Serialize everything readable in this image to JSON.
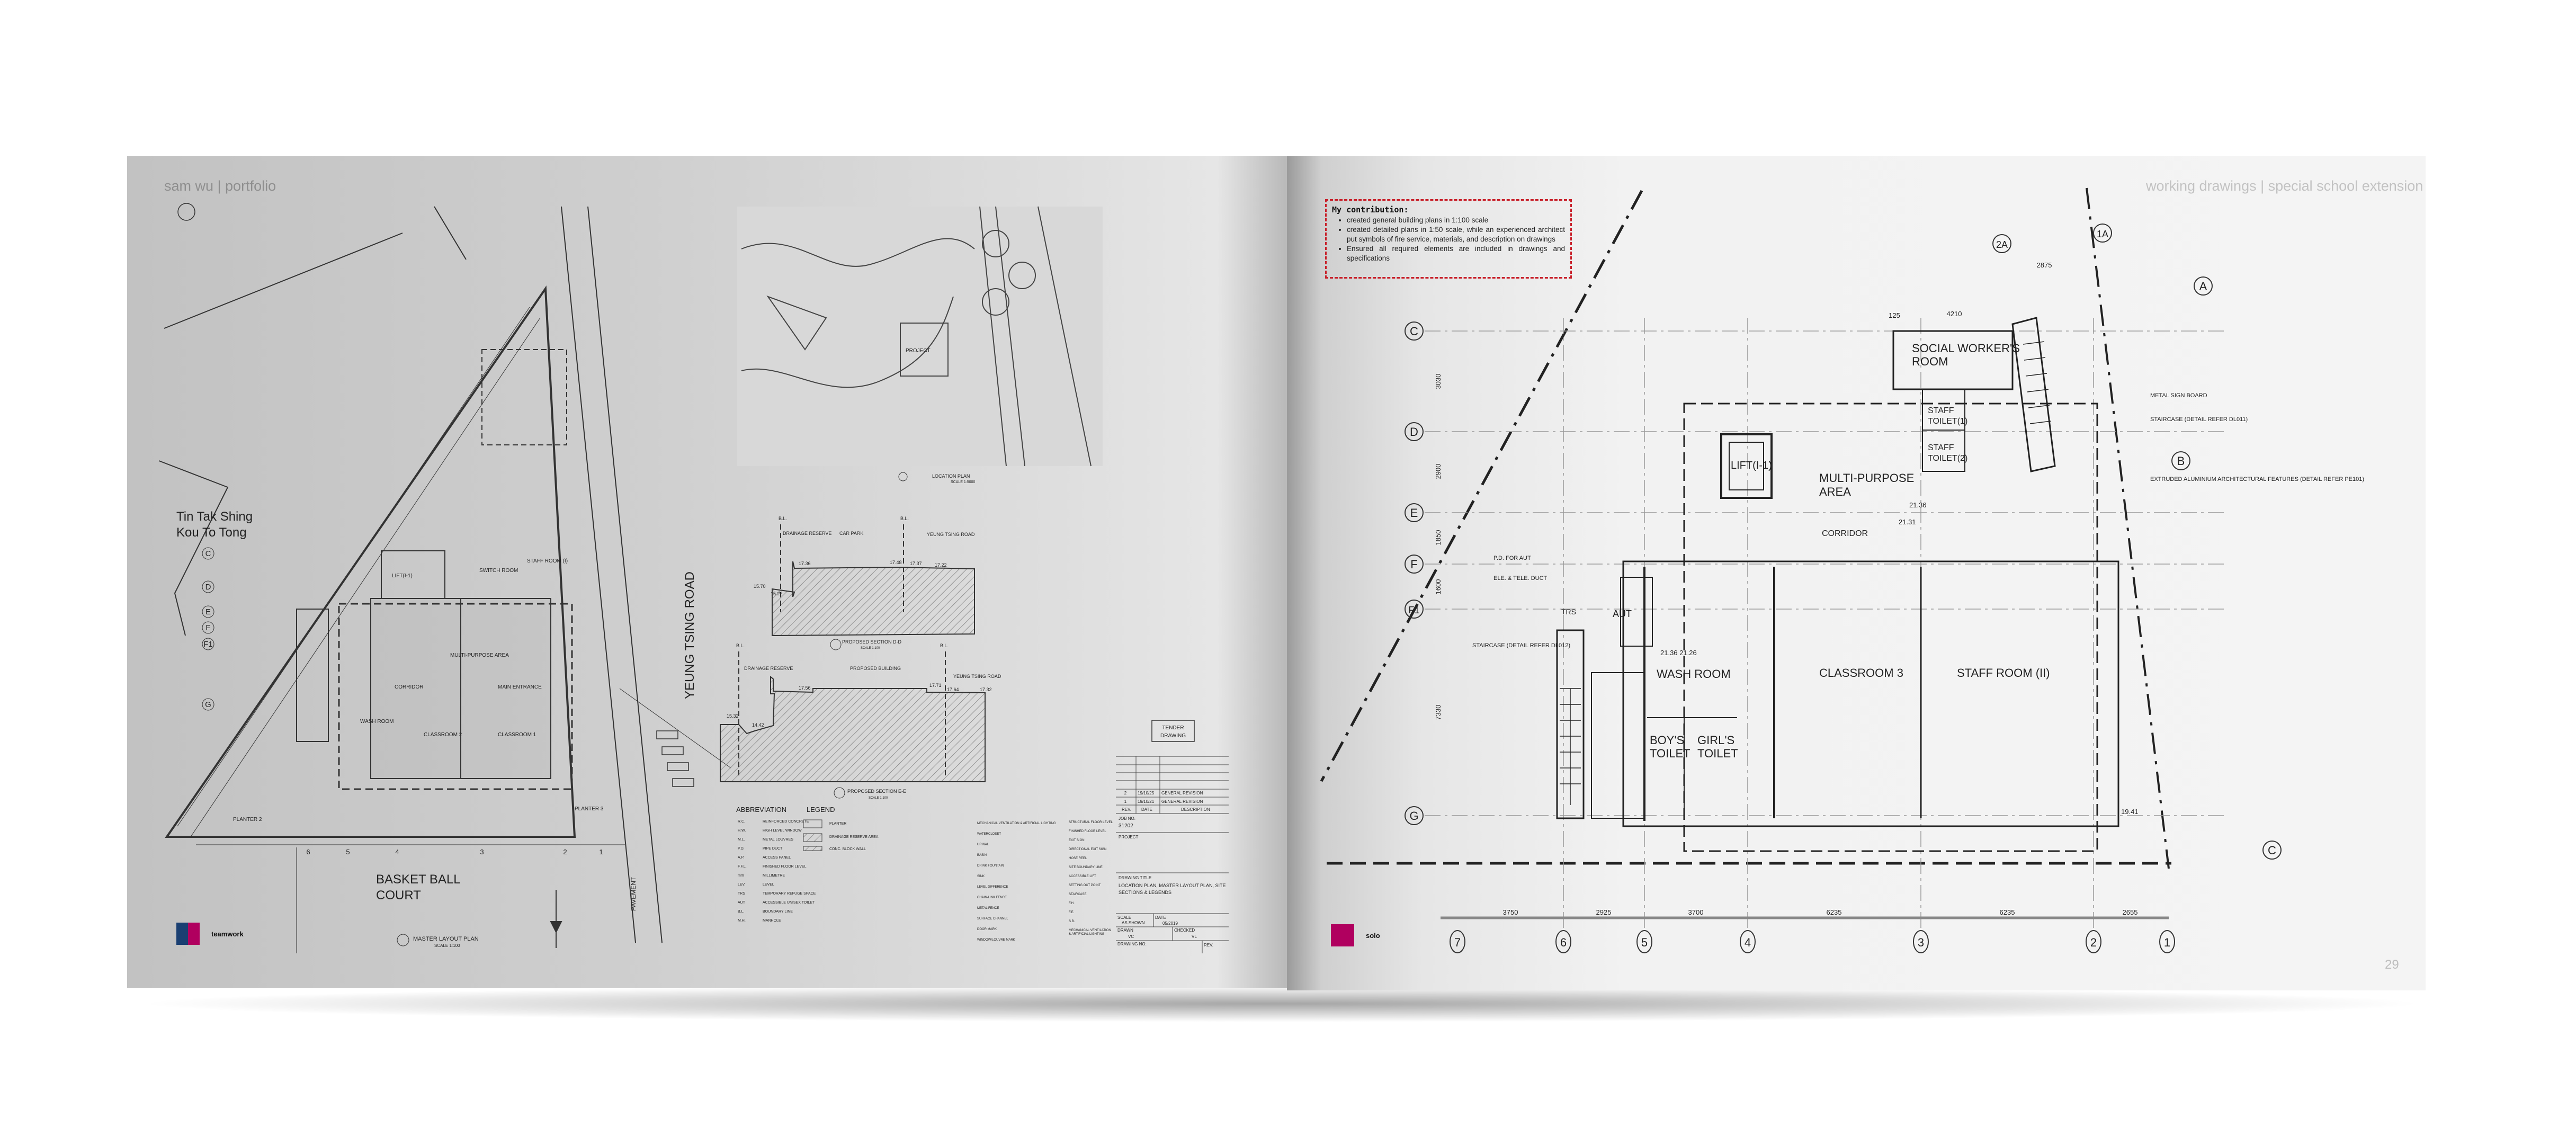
{
  "left_page": {
    "running_head": "sam wu | portfolio",
    "tag_label": "teamwork",
    "tag_colors": [
      "#1a3f72",
      "#b0005f"
    ],
    "site_plan": {
      "title": "MASTER LAYOUT PLAN",
      "scale": "SCALE 1:100",
      "neighbour": [
        "Tin Tak Shing",
        "Kou To Tong"
      ],
      "road": "YEUNG TSING ROAD",
      "court": [
        "BASKET BALL",
        "COURT"
      ],
      "pavement": "PAVEMENT",
      "rooms": [
        "MULTI-PURPOSE AREA",
        "CLASSROOM 2",
        "CLASSROOM 1",
        "WASH ROOM",
        "CORRIDOR",
        "MAIN ENTRANCE",
        "PLANTER 2",
        "PLANTER 3",
        "SWITCH ROOM",
        "STAFF ROOM (I)",
        "LIFT(I-1)"
      ],
      "grid_rows": [
        "C",
        "D",
        "E",
        "F",
        "F1",
        "G"
      ],
      "grid_cols": [
        "6",
        "5",
        "4",
        "3",
        "2",
        "1"
      ]
    },
    "location_plan": {
      "title": "LOCATION PLAN",
      "scale": "SCALE 1:5000",
      "label": "PROJECT"
    },
    "section_dd": {
      "title": "PROPOSED SECTION D-D",
      "scale": "SCALE 1:100",
      "labels": [
        "B.L.",
        "DRAINAGE RESERVE",
        "CAR PARK",
        "YEUNG TSING ROAD",
        "B.L."
      ],
      "levels": [
        "15.70",
        "15.22",
        "17.36",
        "17.48",
        "17.37",
        "17.22"
      ]
    },
    "section_ee": {
      "title": "PROPOSED SECTION E-E",
      "scale": "SCALE 1:100",
      "labels": [
        "B.L.",
        "DRAINAGE RESERVE",
        "PROPOSED BUILDING",
        "YEUNG TSING ROAD",
        "B.L."
      ],
      "levels": [
        "15.32",
        "14.42",
        "17.56",
        "17.71",
        "17.64",
        "17.32"
      ]
    },
    "abbreviation": {
      "title": "ABBREVIATION",
      "rows": [
        [
          "R.C.",
          "REINFORCED CONCRETE"
        ],
        [
          "H.W.",
          "HIGH LEVEL WINDOW"
        ],
        [
          "M.L.",
          "METAL LOUVRES"
        ],
        [
          "P.D.",
          "PIPE DUCT"
        ],
        [
          "A.P.",
          "ACCESS PANEL"
        ],
        [
          "F.F.L.",
          "FINISHED FLOOR LEVEL"
        ],
        [
          "mm",
          "MILLIMETRE"
        ],
        [
          "LEV.",
          "LEVEL"
        ],
        [
          "TRS",
          "TEMPORARY REFUGE SPACE"
        ],
        [
          "AUT",
          "ACCESSIBLE UNISEX TOILET"
        ],
        [
          "B.L.",
          "BOUNDARY LINE"
        ],
        [
          "M.H.",
          "MANHOLE"
        ]
      ]
    },
    "legend": {
      "title": "LEGEND",
      "items": [
        "PLANTER",
        "DRAINAGE RESERVE AREA",
        "CONC. BLOCK WALL"
      ],
      "symbols_1": [
        "MECHANICAL VENTILATION & ARTIFICIAL LIGHTING",
        "WATERCLOSET",
        "URINAL",
        "BASIN",
        "DRINK FOUNTAIN",
        "SINK",
        "LEVEL DIFFERENCE",
        "CHAIN-LINK FENCE",
        "METAL FENCE",
        "SURFACE CHANNEL",
        "DOOR MARK",
        "WINDOW/LOUVRE MARK"
      ],
      "symbols_2": [
        "STRUCTURAL FLOOR LEVEL",
        "FINISHED FLOOR LEVEL",
        "EXIT SIGN",
        "DIRECTIONAL EXIT SIGN",
        "HOSE REEL",
        "SITE BOUNDARY LINE",
        "ACCESSIBLE LIFT",
        "SETTING OUT POINT",
        "STAIRCASE",
        "F.H.",
        "F.E.",
        "S.B.",
        "MECHANICAL VENTILATION & ARTIFICIAL LIGHTING"
      ]
    },
    "title_block": {
      "stamp": [
        "TENDER",
        "DRAWING"
      ],
      "revisions": [
        {
          "rev": "2",
          "date": "19/10/25",
          "desc": "GENERAL REVISION"
        },
        {
          "rev": "1",
          "date": "19/10/21",
          "desc": "GENERAL REVISION"
        }
      ],
      "rev_header": [
        "REV.",
        "DATE",
        "DESCRIPTION"
      ],
      "job_no_label": "JOB NO.",
      "job_no": "31202",
      "project_label": "PROJECT",
      "drawing_title_label": "DRAWING TITLE",
      "drawing_title": [
        "LOCATION PLAN, MASTER LAYOUT PLAN, SITE",
        "SECTIONS & LEGENDS"
      ],
      "scale_label": "SCALE",
      "scale": "AS SHOWN",
      "date_label": "DATE",
      "date": "05/2019",
      "drawn_label": "DRAWN",
      "drawn": "VC",
      "checked_label": "CHECKED",
      "checked": "VL",
      "drawing_no_label": "DRAWING NO.",
      "rev_label": "REV."
    }
  },
  "right_page": {
    "running_head": "working drawings | special school extension",
    "page_number": "29",
    "tag_label": "solo",
    "tag_color": "#b0005f",
    "contribution": {
      "title": "My contribution:",
      "items": [
        "created general building plans in 1:100 scale",
        "created detailed plans in 1:50 scale, while an experienced architect put symbols of fire service, materials, and description on drawings",
        "Ensured all required elements are included in drawings and specifications"
      ]
    },
    "plan": {
      "rooms": {
        "social_worker": [
          "SOCIAL WORKER'S",
          "ROOM"
        ],
        "multi_purpose": [
          "MULTI-PURPOSE",
          "AREA"
        ],
        "lift": "LIFT(I-1)",
        "corridor": "CORRIDOR",
        "classroom": "CLASSROOM 3",
        "staff_room": "STAFF ROOM (II)",
        "wash_room": "WASH ROOM",
        "aut": "AUT",
        "boys_toilet": [
          "BOY'S",
          "TOILET"
        ],
        "girls_toilet": [
          "GIRL'S",
          "TOILET"
        ],
        "staff_toilet_1": [
          "STAFF",
          "TOILET(1)"
        ],
        "staff_toilet_2": [
          "STAFF",
          "TOILET(2)"
        ],
        "trs": "TRS"
      },
      "notes": [
        "P.D. FOR AUT",
        "ELE. & TELE. DUCT",
        "STAIRCASE (DETAIL REFER DL012)",
        "METAL SIGN BOARD",
        "STAIRCASE (DETAIL REFER DL011)",
        "EXTRUDED ALUMINIUM ARCHITECTURAL FEATURES (DETAIL REFER PE101)"
      ],
      "levels": [
        "21.36",
        "21.31",
        "21.36 21.26",
        "19.41"
      ],
      "grid_rows": [
        "C",
        "D",
        "E",
        "F",
        "F1",
        "G"
      ],
      "grid_rows_right": [
        "A",
        "B",
        "C"
      ],
      "grid_top": [
        "2A",
        "1A"
      ],
      "grid_cols": [
        "7",
        "6",
        "5",
        "4",
        "3",
        "2",
        "1"
      ],
      "col_dimensions": [
        "3750",
        "2925",
        "3700",
        "6235",
        "6235",
        "2655"
      ],
      "row_dimensions": [
        "3030",
        "2900",
        "1850",
        "1600",
        "7330"
      ],
      "top_dims": [
        "2875",
        "4210",
        "125"
      ]
    }
  }
}
